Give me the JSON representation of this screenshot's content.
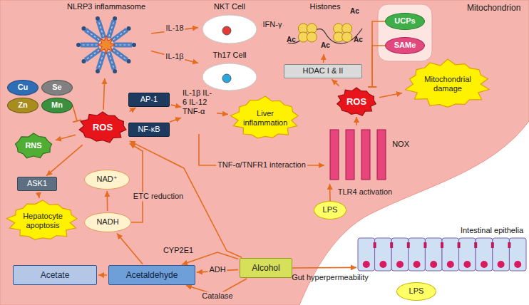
{
  "diagram": {
    "nodes": [
      {
        "text": [
          "NLRP3 inflammasome"
        ]
      },
      {
        "text": [
          "NKT Cell"
        ]
      },
      {
        "text": [
          "Th17 Cell"
        ]
      },
      {
        "text": [
          "Histones"
        ]
      },
      {
        "text": [
          "UCPs"
        ]
      },
      {
        "text": [
          "SAMe"
        ]
      },
      {
        "text": [
          "Cu"
        ]
      },
      {
        "text": [
          "Se"
        ]
      },
      {
        "text": [
          "Zn"
        ]
      },
      {
        "text": [
          "Mn"
        ]
      },
      {
        "text": [
          "ROS"
        ]
      },
      {
        "text": [
          "AP-1"
        ]
      },
      {
        "text": [
          "NF-κB"
        ]
      },
      {
        "text": [
          "IL-1β IL-6 IL-12 TNF-α"
        ]
      },
      {
        "text": [
          "Liver inflammation"
        ]
      },
      {
        "text": [
          "HDAC I & II"
        ]
      },
      {
        "text": [
          "ROS"
        ]
      },
      {
        "text": [
          "Mitochondrial damage"
        ]
      },
      {
        "text": [
          "RNS"
        ]
      },
      {
        "text": [
          "NOX"
        ]
      },
      {
        "text": [
          "ASK1"
        ]
      },
      {
        "text": [
          "NAD⁺"
        ]
      },
      {
        "text": [
          "Hepatocyte apoptosis"
        ]
      },
      {
        "text": [
          "NADH"
        ]
      },
      {
        "text": [
          "LPS"
        ]
      },
      {
        "text": [
          "Acetate"
        ]
      },
      {
        "text": [
          "Acetaldehyde"
        ]
      },
      {
        "text": [
          "Alcohol"
        ]
      },
      {
        "text": [
          "Intestinal epithelia"
        ]
      },
      {
        "text": [
          "LPS"
        ]
      }
    ],
    "edges": [
      {
        "from": 0,
        "to": 1,
        "label": "IL-18",
        "arrow": "to"
      },
      {
        "from": 0,
        "to": 2,
        "label": "IL-1β",
        "arrow": "to"
      },
      {
        "from": 1,
        "to": 3,
        "label": "IFN-γ",
        "arrow": "to"
      },
      {
        "from": 10,
        "to": 0,
        "arrow": "to"
      },
      {
        "from": 9,
        "to": 10,
        "arrow": "none"
      },
      {
        "from": 10,
        "to": 11,
        "arrow": "to"
      },
      {
        "from": 10,
        "to": 18,
        "arrow": "to"
      },
      {
        "from": 10,
        "to": 20,
        "arrow": "to"
      },
      {
        "from": 20,
        "to": 22,
        "arrow": "to"
      },
      {
        "from": 23,
        "to": 10,
        "label": "ETC reduction",
        "arrow": "to"
      },
      {
        "from": 23,
        "to": 21,
        "arrow": "to"
      },
      {
        "from": 26,
        "to": 23,
        "arrow": "to"
      },
      {
        "from": 26,
        "to": 25,
        "arrow": "to"
      },
      {
        "from": 27,
        "to": 26,
        "label": "CYP2E1",
        "arrow": "to"
      },
      {
        "from": 27,
        "to": 26,
        "label": "ADH",
        "arrow": "to"
      },
      {
        "from": 27,
        "to": 26,
        "label": "Catalase",
        "arrow": "to"
      },
      {
        "from": 27,
        "to": 10,
        "arrow": "to"
      },
      {
        "from": 11,
        "to": 13,
        "arrow": "to"
      },
      {
        "from": 12,
        "to": 13,
        "arrow": "to"
      },
      {
        "from": 13,
        "to": 14,
        "arrow": "to"
      },
      {
        "from": 13,
        "to": 19,
        "label": "TNF-α/TNFR1 interaction",
        "arrow": "to"
      },
      {
        "from": 19,
        "to": 16,
        "arrow": "to"
      },
      {
        "from": 16,
        "to": 17,
        "arrow": "to"
      },
      {
        "from": 16,
        "to": 15,
        "arrow": "to"
      },
      {
        "from": 15,
        "to": 3,
        "arrow": "to"
      },
      {
        "from": 4,
        "to": 16,
        "arrow": "none"
      },
      {
        "from": 5,
        "to": 16,
        "arrow": "none"
      },
      {
        "from": 27,
        "to": 28,
        "label": "Gut hyperpermeability",
        "arrow": "to"
      },
      {
        "from": 24,
        "to": 19,
        "label": "TLR4 activation",
        "arrow": "to"
      }
    ],
    "labels": [
      "Mitochondrion",
      "Ac",
      "Ac",
      "Ac",
      "Ac"
    ]
  }
}
